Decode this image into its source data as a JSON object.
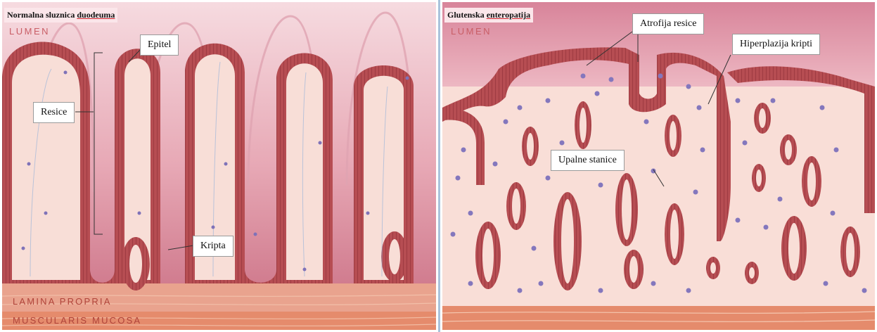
{
  "left": {
    "title_part1": "Normalna sluznica ",
    "title_part2": "duodeuma",
    "lumen": "LUMEN",
    "lamina": "LAMINA PROPRIA",
    "muscularis": "MUSCULARIS MUCOSA",
    "labels": {
      "epitel": "Epitel",
      "resice": "Resice",
      "kripta": "Kripta"
    }
  },
  "right": {
    "title_part1": "Glutenska ",
    "title_part2": "enteropatija",
    "lumen": "LUMEN",
    "labels": {
      "atrofija": "Atrofija resice",
      "hiperplazija": "Hiperplazija kripti",
      "upalne": "Upalne stanice"
    }
  },
  "colors": {
    "epithelium": "#b44a4e",
    "lamina": "#f9dcd6",
    "lumen": "#e8a9b4",
    "cells": "#7f72b8"
  }
}
